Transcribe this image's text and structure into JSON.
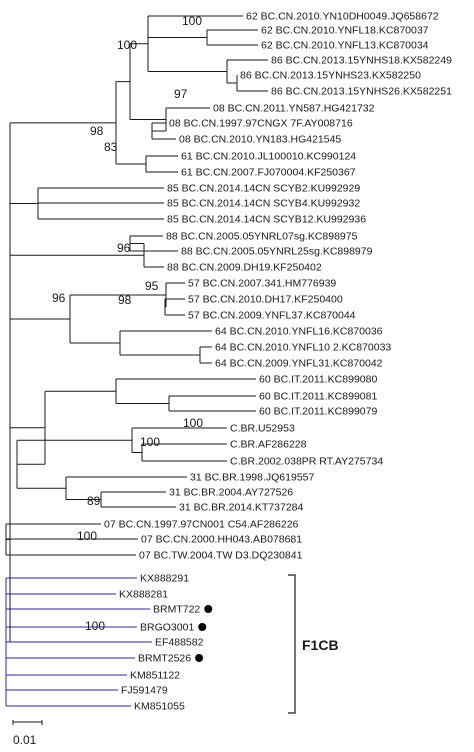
{
  "tree": {
    "clade_label": "F1CB",
    "scale_label": "0.01",
    "colors": {
      "ink": "#1a1a1a",
      "highlight": "#2b2b8f",
      "marker": "#000000"
    },
    "leaves": [
      {
        "id": "L1",
        "label": "62 BC.CN.2010.YN10DH0049.JQ658672"
      },
      {
        "id": "L2",
        "label": "62 BC.CN.2010.YNFL18.KC870037"
      },
      {
        "id": "L3",
        "label": "62 BC.CN.2010.YNFL13.KC870034"
      },
      {
        "id": "L4",
        "label": "86 BC.CN.2013.15YNHS18.KX582249"
      },
      {
        "id": "L5",
        "label": "86 BC.CN.2013.15YNHS23.KX582250"
      },
      {
        "id": "L6",
        "label": "86 BC.CN.2013.15YNHS26.KX582251"
      },
      {
        "id": "L7",
        "label": "08 BC.CN.2011.YN587.HG421732"
      },
      {
        "id": "L8",
        "label": "08 BC.CN.1997.97CNGX 7F.AY008716"
      },
      {
        "id": "L9",
        "label": "08 BC.CN.2010.YN183.HG421545"
      },
      {
        "id": "L10",
        "label": "61 BC.CN.2010.JL100010.KC990124"
      },
      {
        "id": "L11",
        "label": "61 BC.CN.2007.FJ070004.KF250367"
      },
      {
        "id": "L12",
        "label": "85 BC.CN.2014.14CN SCYB2.KU992929"
      },
      {
        "id": "L13",
        "label": "85 BC.CN.2014.14CN SCYB4.KU992932"
      },
      {
        "id": "L14",
        "label": "85 BC.CN.2014.14CN SCYB12.KU992936"
      },
      {
        "id": "L15",
        "label": "88 BC.CN.2005.05YNRL07sg.KC898975"
      },
      {
        "id": "L16",
        "label": "88 BC.CN.2005.05YNRL25sg.KC898979"
      },
      {
        "id": "L17",
        "label": "88 BC.CN.2009.DH19.KF250402"
      },
      {
        "id": "L18",
        "label": "57 BC.CN.2007.341.HM776939"
      },
      {
        "id": "L19",
        "label": "57 BC.CN.2010.DH17.KF250400"
      },
      {
        "id": "L20",
        "label": "57 BC.CN.2009.YNFL37.KC870044"
      },
      {
        "id": "L21",
        "label": "64 BC.CN.2010.YNFL16.KC870036"
      },
      {
        "id": "L22",
        "label": "64 BC.CN.2010.YNFL10 2.KC870033"
      },
      {
        "id": "L23",
        "label": "64 BC.CN.2009.YNFL31.KC870042"
      },
      {
        "id": "L24",
        "label": "60 BC.IT.2011.KC899080"
      },
      {
        "id": "L25",
        "label": "60 BC.IT.2011.KC899081"
      },
      {
        "id": "L26",
        "label": "60 BC.IT.2011.KC899079"
      },
      {
        "id": "L27",
        "label": "C.BR.U52953"
      },
      {
        "id": "L28",
        "label": "C.BR.AF286228"
      },
      {
        "id": "L29",
        "label": "C.BR.2002.038PR RT.AY275734"
      },
      {
        "id": "L30",
        "label": "31 BC.BR.1998.JQ619557"
      },
      {
        "id": "L31",
        "label": "31 BC.BR.2004.AY727526"
      },
      {
        "id": "L32",
        "label": "31 BC.BR.2014.KT737284"
      },
      {
        "id": "L33",
        "label": "07 BC.CN.1997.97CN001 C54.AF286226"
      },
      {
        "id": "L34",
        "label": "07 BC.CN.2000.HH043.AB078681"
      },
      {
        "id": "L35",
        "label": "07 BC.TW.2004.TW D3.DQ230841"
      },
      {
        "id": "L36",
        "label": "KX888291",
        "highlight": true
      },
      {
        "id": "L37",
        "label": "KX888281",
        "highlight": true
      },
      {
        "id": "L38",
        "label": "BRMT722",
        "highlight": true,
        "marked": true
      },
      {
        "id": "L39",
        "label": "BRGO3001",
        "highlight": true,
        "marked": true
      },
      {
        "id": "L40",
        "label": "EF488582",
        "highlight": true
      },
      {
        "id": "L41",
        "label": "BRMT2526",
        "highlight": true,
        "marked": true
      },
      {
        "id": "L42",
        "label": "KM851122",
        "highlight": true
      },
      {
        "id": "L43",
        "label": "FJ591479",
        "highlight": true
      },
      {
        "id": "L44",
        "label": "KM851055",
        "highlight": true
      }
    ],
    "support_values": [
      {
        "id": "s1",
        "value": "100"
      },
      {
        "id": "s2",
        "value": "100"
      },
      {
        "id": "s3",
        "value": "97"
      },
      {
        "id": "s4",
        "value": "98"
      },
      {
        "id": "s5",
        "value": "83"
      },
      {
        "id": "s6",
        "value": "96"
      },
      {
        "id": "s7",
        "value": "96"
      },
      {
        "id": "s8",
        "value": "95"
      },
      {
        "id": "s9",
        "value": "98"
      },
      {
        "id": "s10",
        "value": "100"
      },
      {
        "id": "s11",
        "value": "100"
      },
      {
        "id": "s12",
        "value": "89"
      },
      {
        "id": "s13",
        "value": "100"
      },
      {
        "id": "s14",
        "value": "100"
      }
    ]
  }
}
